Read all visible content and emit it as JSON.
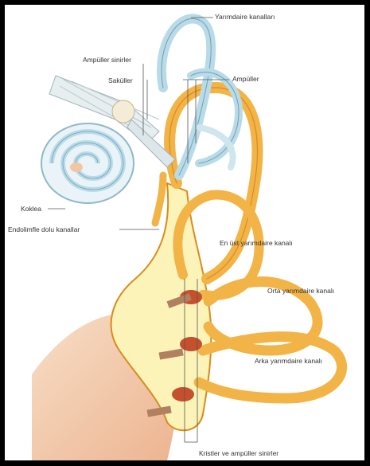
{
  "labels": {
    "semicircular_canals": "Yarımdaire kanalları",
    "ampullary_nerves": "Ampüller sinirler",
    "saccules": "Saküller",
    "ampullae": "Ampüller",
    "cochlea": "Koklea",
    "endolymph_ducts": "Endolimfle dolu kanallar",
    "superior_canal": "En üst yarımdaire kanalı",
    "lateral_canal": "Orta yarımdaire kanalı",
    "posterior_canal": "Arka yarımdaire kanalı",
    "cristae_nerves": "Kristler ve ampüller sinirler"
  },
  "colors": {
    "frame": "#000000",
    "background": "#ffffff",
    "membranous_labyrinth": "#f2b447",
    "labyrinth_edge": "#d98b1c",
    "endolymph_fill": "#fbf3b8",
    "bony_canal_blue": "#b9dbe8",
    "tissue_pink": "#f2c6a2",
    "crista_red": "#c4502d"
  }
}
